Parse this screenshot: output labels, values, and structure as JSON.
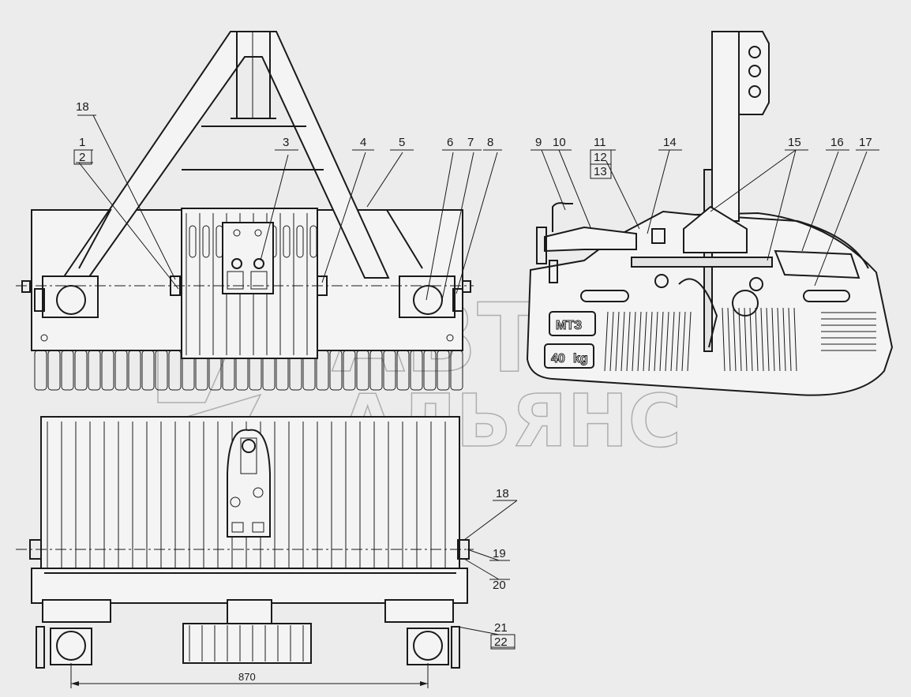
{
  "callouts": {
    "c1": "1",
    "c2": "2",
    "c3": "3",
    "c4": "4",
    "c5": "5",
    "c6": "6",
    "c7": "7",
    "c8": "8",
    "c9": "9",
    "c10": "10",
    "c11": "11",
    "c12": "12",
    "c13": "13",
    "c14": "14",
    "c15": "15",
    "c16": "16",
    "c17": "17",
    "c18a": "18",
    "c18b": "18",
    "c19": "19",
    "c20": "20",
    "c21": "21",
    "c22": "22"
  },
  "dimension": {
    "width_label": "870"
  },
  "weight_stamp": {
    "brand": "МТЗ",
    "mass": "40",
    "unit": "kg"
  },
  "watermark": {
    "line1": "АВТО",
    "line2": "АЛЬЯНС"
  },
  "icons": [
    "bolt-icon",
    "pulley-icon",
    "pin-icon",
    "shackle-icon"
  ]
}
